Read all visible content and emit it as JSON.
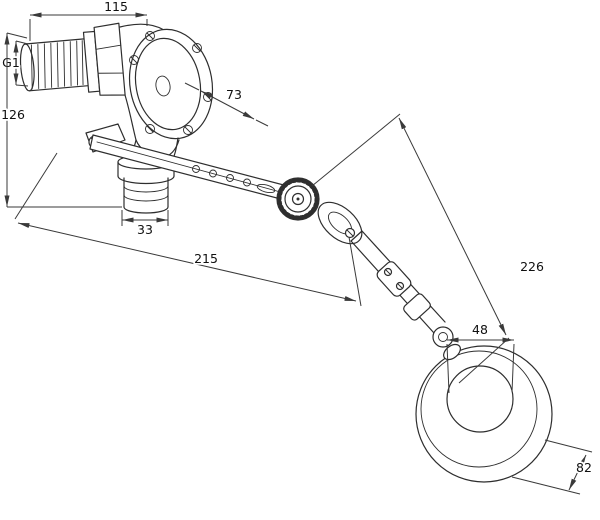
{
  "drawing": {
    "dimensions": {
      "body_width": "115",
      "thread": "G1",
      "height": "126",
      "face_depth": "73",
      "outlet": "33",
      "arm_length": "215",
      "rod_length": "226",
      "float_hub": "48",
      "float_depth": "82"
    }
  }
}
